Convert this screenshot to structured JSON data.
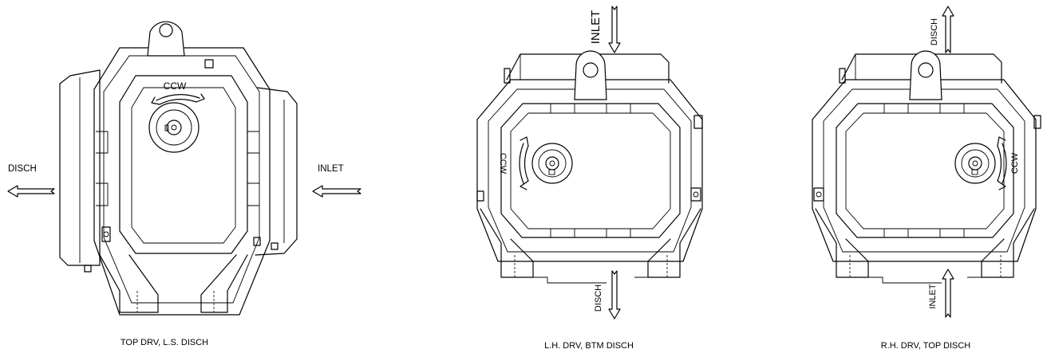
{
  "views": [
    {
      "caption": "TOP DRV, L.S. DISCH",
      "rotation": "CCW",
      "disch_label": "DISCH",
      "inlet_label": "INLET"
    },
    {
      "caption": "L.H. DRV, BTM DISCH",
      "rotation": "CCW",
      "inlet_label": "INLET",
      "disch_label": "DISCH"
    },
    {
      "caption": "R.H. DRV, TOP DISCH",
      "rotation": "CCW",
      "disch_label": "DISCH",
      "inlet_label": "INLET"
    }
  ]
}
